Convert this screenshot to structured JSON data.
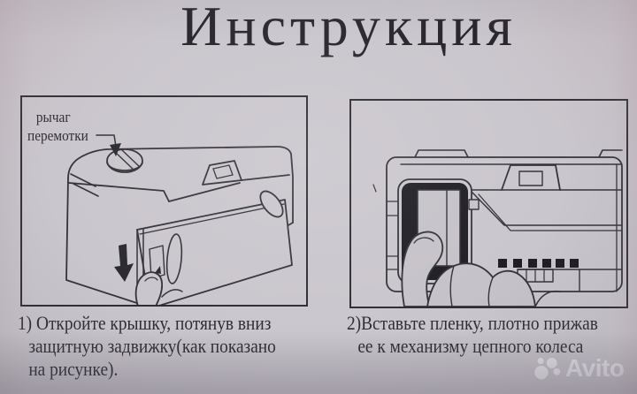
{
  "title": "Инструкция",
  "figure1": {
    "label": [
      "рычаг",
      "перемотки"
    ],
    "caption": [
      "1) Откройте крышку, потянув вниз",
      "защитную задвижку(как показано",
      "на рисунке)."
    ]
  },
  "figure2": {
    "caption": [
      "2)Вставьте пленку, плотно прижав",
      "ее к механизму цепного колеса"
    ]
  },
  "watermark": {
    "brand": "Avito"
  },
  "colors": {
    "paper": "#cac6cd",
    "ink": "#34333a",
    "fill_black": "#1f1e24",
    "watermark": "#f6f4f8"
  }
}
